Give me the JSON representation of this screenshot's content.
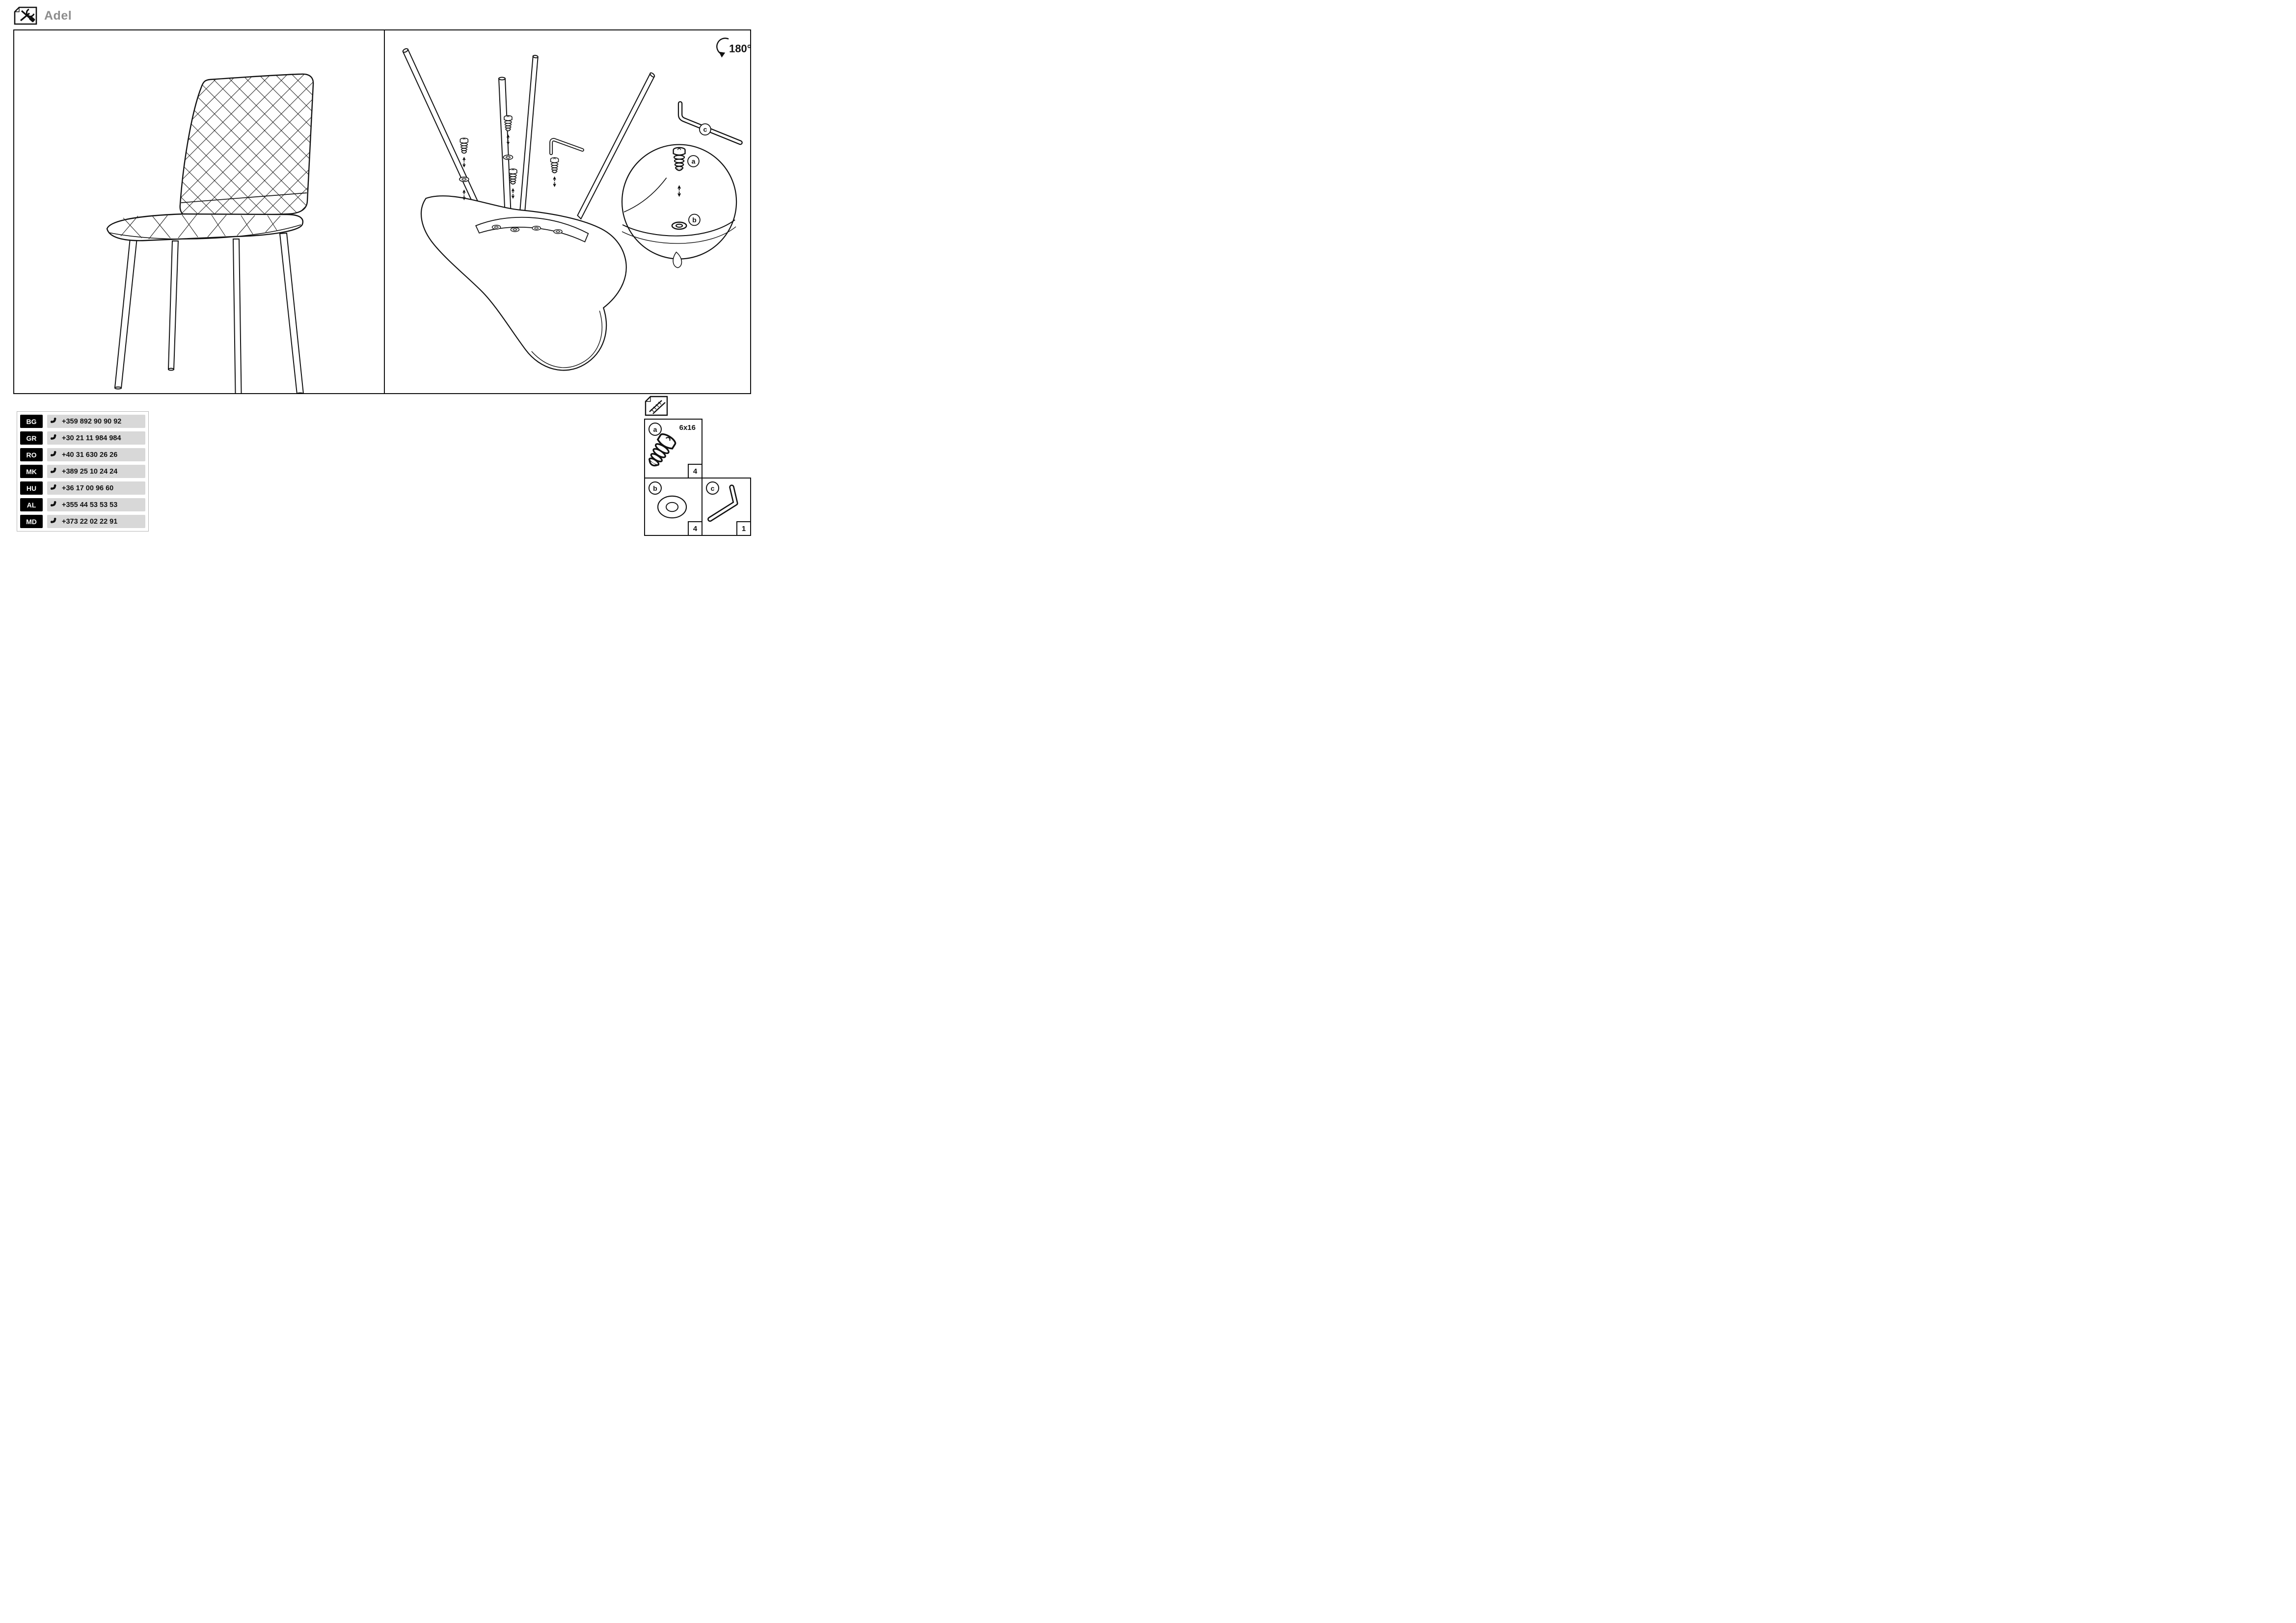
{
  "header": {
    "title": "Adel",
    "icon": "tools-icon"
  },
  "exploded_view": {
    "rotation_label": "180°",
    "callouts": {
      "a": "a",
      "b": "b",
      "c": "c"
    }
  },
  "hotline": {
    "icon": "phone-handset-icon",
    "rows": [
      {
        "country": "BG",
        "number": "+359 892 90 90 92"
      },
      {
        "country": "GR",
        "number": "+30 21 11 984 984"
      },
      {
        "country": "RO",
        "number": "+40 31 630 26 26"
      },
      {
        "country": "MK",
        "number": "+389 25 10 24 24"
      },
      {
        "country": "HU",
        "number": "+36 17 00 96 60"
      },
      {
        "country": "AL",
        "number": "+355 44 53 53 53"
      },
      {
        "country": "MD",
        "number": "+373 22 02 22 91"
      }
    ]
  },
  "parts": {
    "bag_icon": "screws-bag-icon",
    "items": [
      {
        "label": "a",
        "name": "screw",
        "size": "6x16",
        "qty": "4"
      },
      {
        "label": "b",
        "name": "washer",
        "size": "",
        "qty": "4"
      },
      {
        "label": "c",
        "name": "allen-key",
        "size": "",
        "qty": "1"
      }
    ]
  },
  "colors": {
    "line": "#111111",
    "title_gray": "#8d8d8d",
    "row_bg": "#d8d8d8",
    "badge_bg": "#000000"
  }
}
